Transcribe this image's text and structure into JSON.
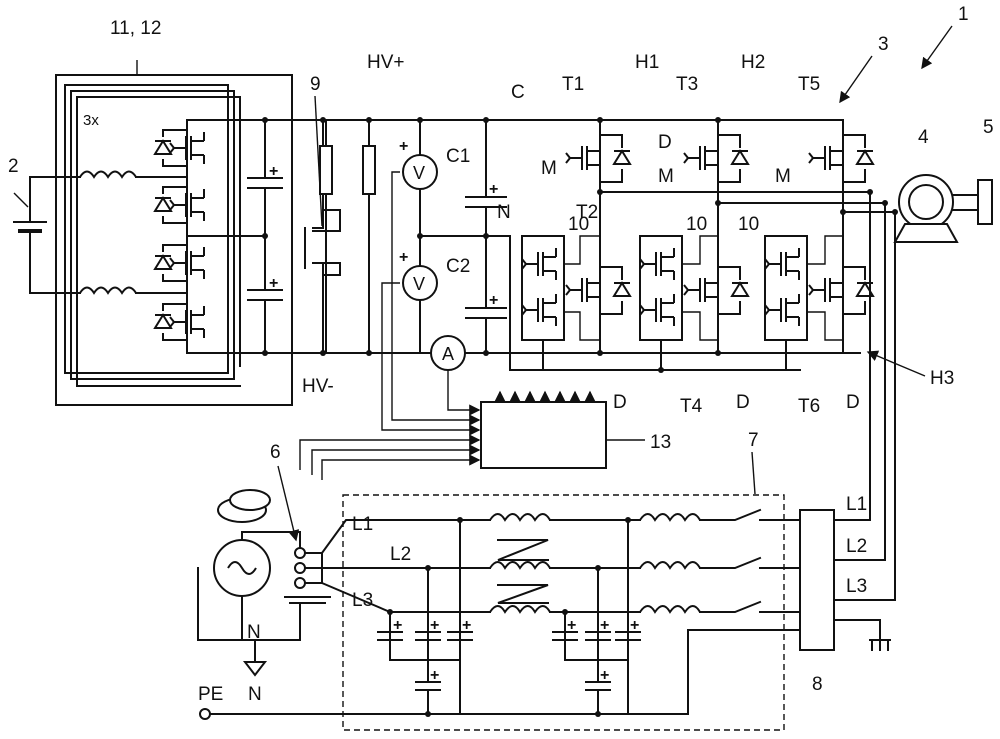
{
  "labels": {
    "ref_1": "1",
    "ref_2": "2",
    "ref_3": "3",
    "ref_4": "4",
    "ref_5": "5",
    "ref_6": "6",
    "ref_7": "7",
    "ref_8": "8",
    "ref_9": "9",
    "ref_11_12": "11, 12",
    "ref_13": "13",
    "multiplier": "3x",
    "hv_plus": "HV+",
    "hv_minus": "HV-",
    "c": "C",
    "c1": "C1",
    "c2": "C2",
    "n_mid": "N",
    "t1": "T1",
    "t2": "T2",
    "t3": "T3",
    "t4": "T4",
    "t5": "T5",
    "t6": "T6",
    "h1": "H1",
    "h2": "H2",
    "h3": "H3",
    "d": "D",
    "m": "M",
    "ref_10": "10",
    "l1": "L1",
    "l2": "L2",
    "l3": "L3",
    "n_neutral": "N",
    "n_ground": "N",
    "pe": "PE",
    "plus": "+"
  },
  "meters": {
    "volt": "V",
    "amp": "A"
  }
}
